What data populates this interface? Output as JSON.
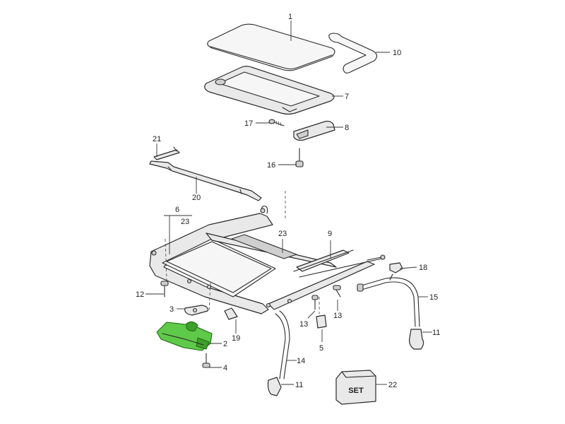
{
  "callouts": {
    "c1": "1",
    "c10": "10",
    "c7": "7",
    "c17": "17",
    "c8": "8",
    "c16": "16",
    "c21": "21",
    "c20": "20",
    "c6": "6",
    "c23a": "23",
    "c23b": "23",
    "c9": "9",
    "c18": "18",
    "c12": "12",
    "c3": "3",
    "c19": "19",
    "c2": "2",
    "c4": "4",
    "c13a": "13",
    "c13b": "13",
    "c5": "5",
    "c15": "15",
    "c11a": "11",
    "c14": "14",
    "c11b": "11",
    "c22": "22"
  },
  "set_box_label": "SET",
  "highlight_color": "#5fc94a"
}
